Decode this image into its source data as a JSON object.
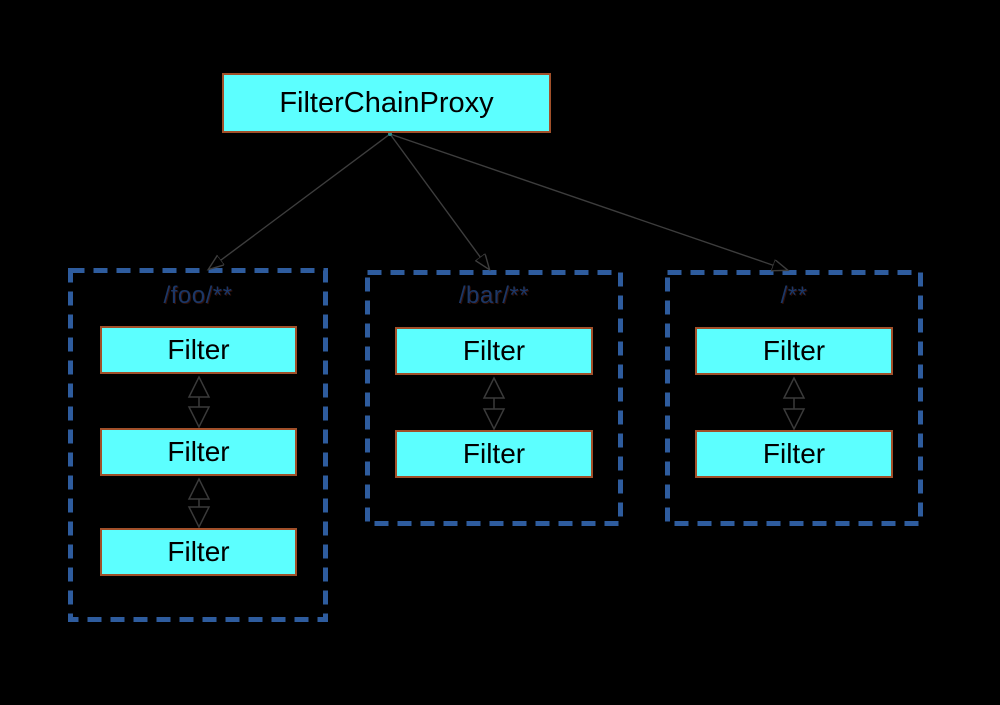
{
  "diagram": {
    "proxy_label": "FilterChainProxy",
    "chains": [
      {
        "pattern": "/foo/**",
        "filters": [
          "Filter",
          "Filter",
          "Filter"
        ]
      },
      {
        "pattern": "/bar/**",
        "filters": [
          "Filter",
          "Filter"
        ]
      },
      {
        "pattern": "/**",
        "filters": [
          "Filter",
          "Filter"
        ]
      }
    ],
    "colors": {
      "background": "#000000",
      "node_fill": "#5cffff",
      "node_border": "#a1502a",
      "chain_dashed_border": "#2e5c9e",
      "pattern_text": "#1b3767",
      "connector_line": "#3d3d3d"
    }
  }
}
